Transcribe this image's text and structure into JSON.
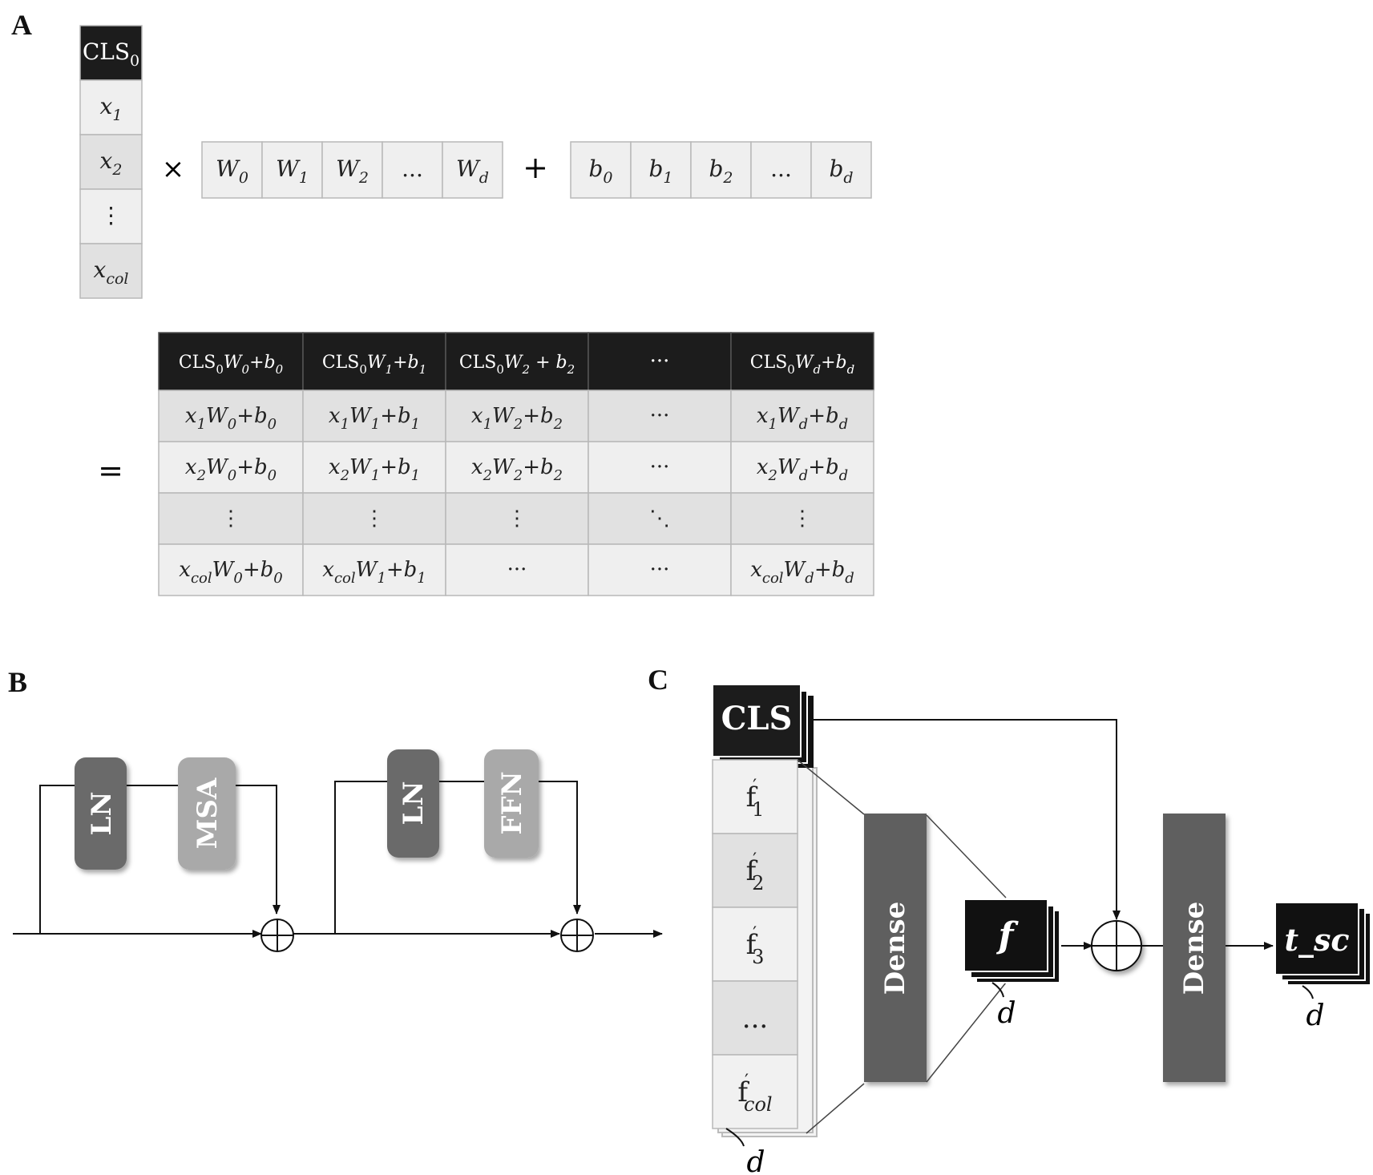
{
  "panels": {
    "A": {
      "label": "A",
      "input_column": [
        {
          "base": "CLS",
          "sub": "0",
          "italic": false,
          "dark": true
        },
        {
          "base": "x",
          "sub": "1",
          "italic": true,
          "dark": false
        },
        {
          "base": "x",
          "sub": "2",
          "italic": true,
          "dark": false
        },
        {
          "base": "⋮",
          "sub": "",
          "italic": false,
          "dark": false
        },
        {
          "base": "x",
          "sub": "col",
          "italic": true,
          "dark": false
        }
      ],
      "times_symbol": "×",
      "weights": [
        {
          "base": "W",
          "sub": "0"
        },
        {
          "base": "W",
          "sub": "1"
        },
        {
          "base": "W",
          "sub": "2"
        },
        {
          "base": "...",
          "sub": ""
        },
        {
          "base": "W",
          "sub": "d"
        }
      ],
      "plus_symbol": "+",
      "biases": [
        {
          "base": "b",
          "sub": "0"
        },
        {
          "base": "b",
          "sub": "1"
        },
        {
          "base": "b",
          "sub": "2"
        },
        {
          "base": "...",
          "sub": ""
        },
        {
          "base": "b",
          "sub": "d"
        }
      ],
      "equals_symbol": "=",
      "result_rows": [
        {
          "prefix": "CLS",
          "prefix_sub": "0",
          "italic_prefix": false,
          "dark": true,
          "cells": [
            {
              "w": "0",
              "b": "0",
              "space": false
            },
            {
              "w": "1",
              "b": "1",
              "space": false
            },
            {
              "w": "2",
              "b": "2",
              "space": true
            },
            {
              "text": "···"
            },
            {
              "w": "d",
              "b": "d",
              "space": false
            }
          ]
        },
        {
          "prefix": "x",
          "prefix_sub": "1",
          "italic_prefix": true,
          "dark": false,
          "cells": [
            {
              "w": "0",
              "b": "0"
            },
            {
              "w": "1",
              "b": "1"
            },
            {
              "w": "2",
              "b": "2"
            },
            {
              "text": "···"
            },
            {
              "w": "d",
              "b": "d"
            }
          ]
        },
        {
          "prefix": "x",
          "prefix_sub": "2",
          "italic_prefix": true,
          "dark": false,
          "cells": [
            {
              "w": "0",
              "b": "0"
            },
            {
              "w": "1",
              "b": "1"
            },
            {
              "w": "2",
              "b": "2"
            },
            {
              "text": "···"
            },
            {
              "w": "d",
              "b": "d"
            }
          ]
        },
        {
          "dots_row": true,
          "dark": false,
          "cells": [
            {
              "text": "⋮"
            },
            {
              "text": "⋮"
            },
            {
              "text": "⋮"
            },
            {
              "text": "⋱"
            },
            {
              "text": "⋮"
            }
          ]
        },
        {
          "prefix": "x",
          "prefix_sub": "col",
          "italic_prefix": true,
          "dark": false,
          "cells": [
            {
              "w": "0",
              "b": "0"
            },
            {
              "w": "1",
              "b": "1"
            },
            {
              "text": "···"
            },
            {
              "text": "···"
            },
            {
              "w": "d",
              "b": "d"
            }
          ]
        }
      ]
    },
    "B": {
      "label": "B",
      "block1": {
        "norm": "LN",
        "module": "MSA"
      },
      "block2": {
        "norm": "LN",
        "module": "FFN"
      }
    },
    "C": {
      "label": "C",
      "cls_token": "CLS",
      "features": [
        {
          "base": "f",
          "sub": "1"
        },
        {
          "base": "f",
          "sub": "2"
        },
        {
          "base": "f",
          "sub": "3"
        },
        {
          "base": "...",
          "sub": ""
        },
        {
          "base": "f",
          "sub": "col"
        }
      ],
      "dense1": "Dense",
      "f_label": "f",
      "dense2": "Dense",
      "output_label": "t_sc",
      "dim_label": "d"
    }
  },
  "colors": {
    "dark_cell": "#1c1c1c",
    "light_cell": "#efefef",
    "mid_cell": "#e1e1e1",
    "cell_border": "#b8b8b8",
    "ln_box": "#6a6a6a",
    "module_box": "#a9a9a9",
    "dense_box": "#5e5e5e"
  }
}
